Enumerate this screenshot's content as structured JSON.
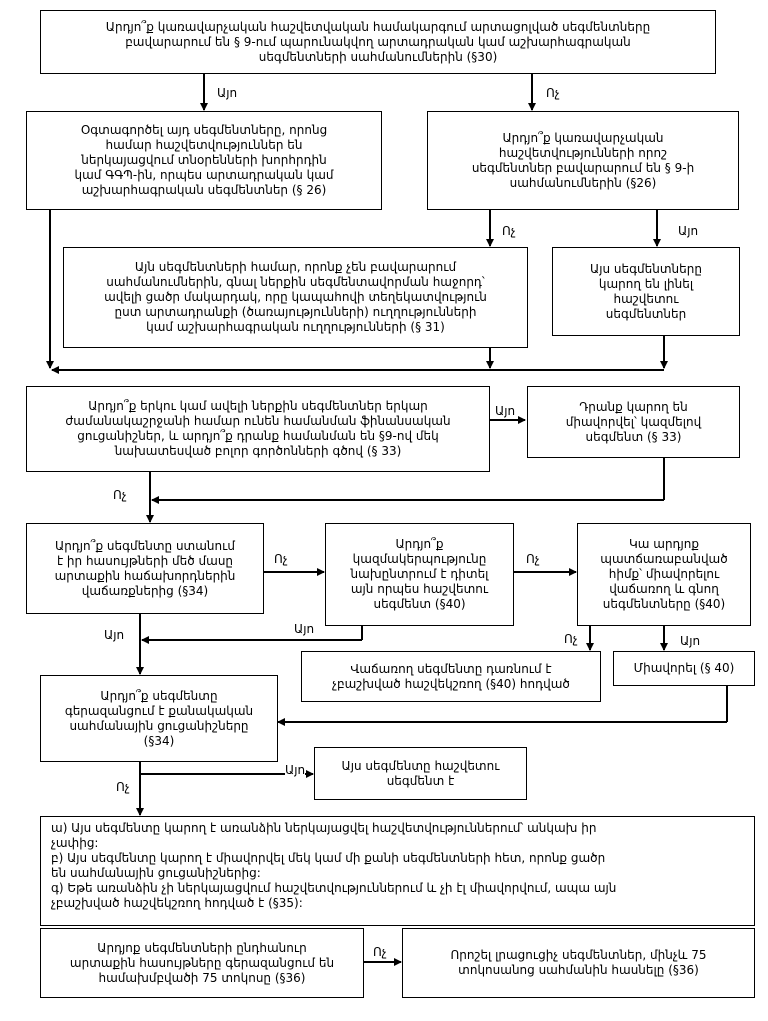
{
  "boxes": {
    "b1": "Արդյո՞ք կառավարչական հաշվետվական համակարգում արտացոլված սեգմենտները\nբավարարում են § 9-ում պարունակվող արտադրական կամ աշխարհագրական\nսեգմենտների սահմանումներին (§30)",
    "b2": "Օգտագործել այդ սեգմենտները, որոնց\nհամար հաշվետվություններ են\nներկայացվում տնօրենների խորհրդին\nկամ ԳԳՊ-ին, որպես արտադրական կամ\nաշխարհագրական սեգմենտներ (§ 26)",
    "b3": "Արդյո՞ք կառավարչական\nհաշվետվությունների որոշ\nսեգմենտներ բավարարում են § 9-ի\nսահմանումներին (§26)",
    "b4": "Այն սեգմենտների համար, որոնք չեն բավարարում\nսահմանումներին, գնալ ներքին սեգմենտավորման հաջորդ՝\nավելի ցածր մակարդակ, որը կապահովի տեղեկատվություն\nըստ արտադրանքի (ծառայությունների) ուղղությունների\nկամ աշխարհագրական ուղղությունների (§ 31)",
    "b5": "Այս սեգմենտները\nկարող են լինել\nհաշվետու\nսեգմենտներ",
    "b6": "Արդյո՞ք երկու կամ ավելի ներքին սեգմենտներ երկար\nժամանակաշրջանի համար ունեն համանման ֆինանսական\nցուցանիշներ, և արդյո՞ք  դրանք համանման են §9-ով մեկ\nնախատեսված բոլոր գործոնների գծով (§ 33)",
    "b7": "Դրանք կարող են\nմիավորվել՝ կազմելով\nսեգմենտ (§ 33)",
    "b8": "Արդյո՞ք սեգմենտը ստանում\nէ իր հասույթների մեծ մասը\nարտաքին հաճախորդներին\nվաճառքներից (§34)",
    "b9": "Արդյո՞ք\nկազմակերպությունը\nնախընտրում է դիտել\nայն որպես հաշվետու\nսեգմենտ (§40)",
    "b10": "Կա արդյոք\nպատճառաբանված\nհիմք՝ միավորելու\nվաճառող և գնող\nսեգմենտները (§40)",
    "b11": "Վաճառող սեգմենտը դառնում է\nչբաշխված հաշվեկշռող (§40) հոդված",
    "b12": "Միավորել (§ 40)",
    "b13": "Արդյո՞ք սեգմենտը\nգերազանցում է քանակական\nսահմանային ցուցանիշները\n(§34)",
    "b14": "Այս սեգմենտը հաշվետու\nսեգմենտ է",
    "b15": "ա) Այս սեգմենտը կարող է առանձին ներկայացվել հաշվետվություններում՝ անկախ իր\nչափից:\nբ) Այս սեգմենտը կարող է միավորվել մեկ կամ մի քանի սեգմենտների հետ, որոնք ցածր\nեն սահմանային ցուցանիշներից:\nգ) Եթե առանձին չի ներկայացվում հաշվետվություններում և չի էլ միավորվում, ապա այն\nչբաշխված հաշվեկշռող հոդված է (§35):",
    "b16": "Արդյոք   սեգմենտների ընդհանուր\nարտաքին հասույթները գերազանցում են\nհամախմբվածի 75 տոկոսը (§36)",
    "b17": "Որոշել լրացուցիչ սեգմենտներ, մինչև 75\nտոկոսանոց սահմանին հասնելը (§36)"
  },
  "labels": {
    "yes": "Այո",
    "no": "Ոչ"
  }
}
